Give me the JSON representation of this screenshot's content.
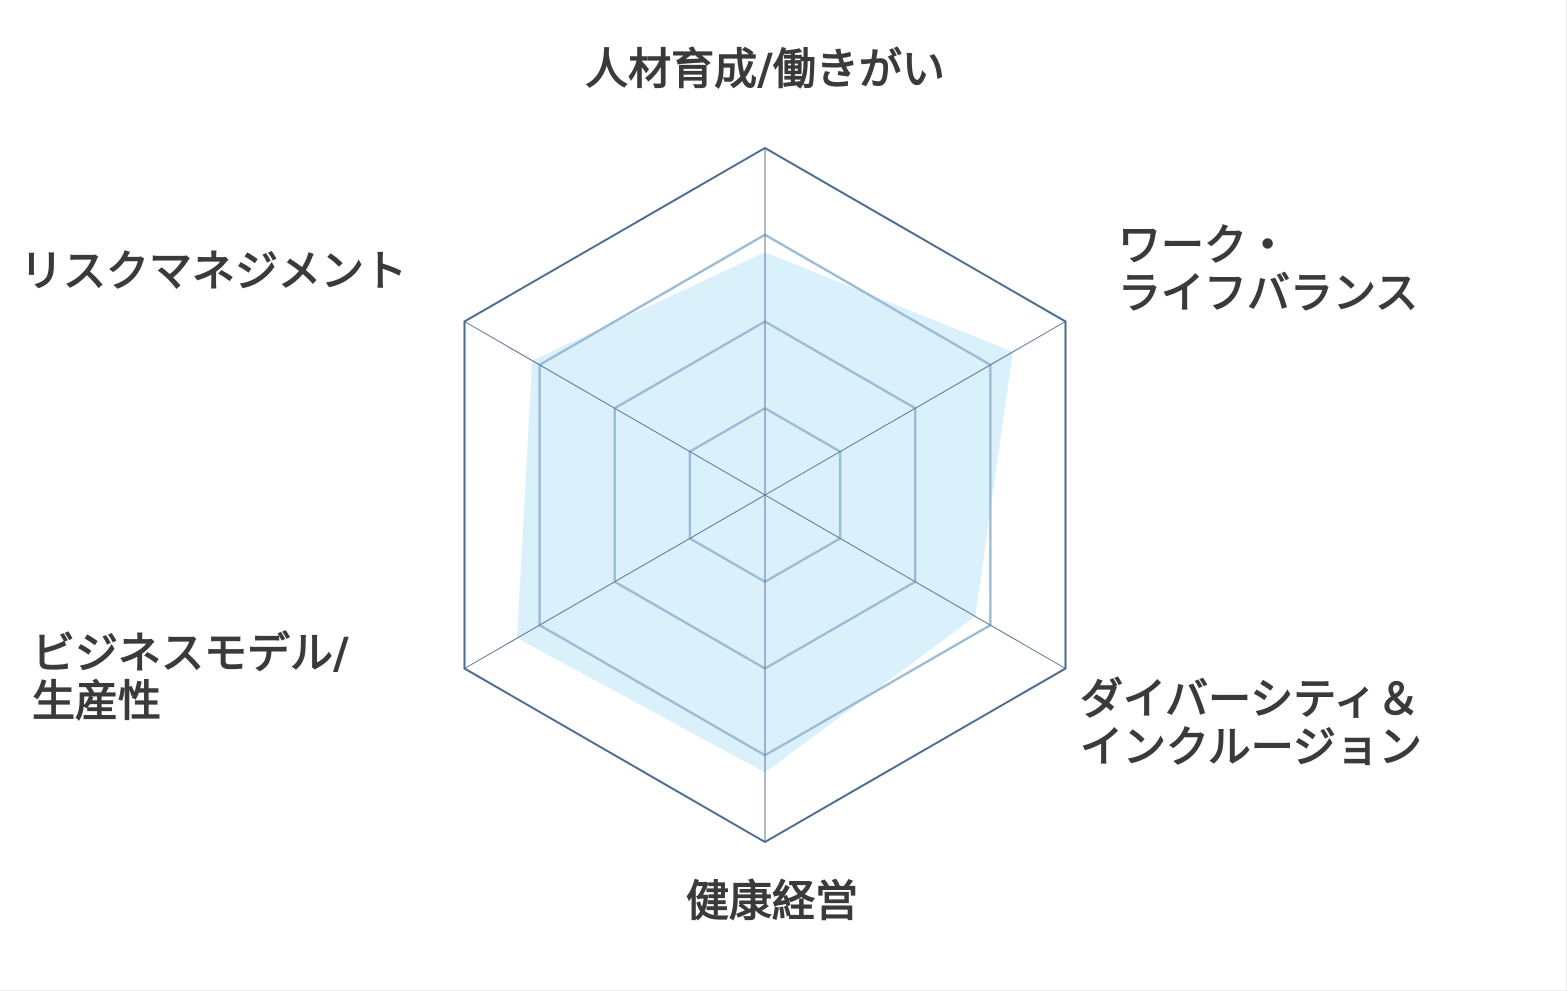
{
  "chart_data": {
    "type": "radar",
    "axes": [
      {
        "label_lines": [
          "人材育成/働きがい"
        ]
      },
      {
        "label_lines": [
          "ワーク・",
          "ライフバランス"
        ]
      },
      {
        "label_lines": [
          "ダイバーシティ＆",
          "インクルージョン"
        ]
      },
      {
        "label_lines": [
          "健康経営"
        ]
      },
      {
        "label_lines": [
          "ビジネスモデル/",
          "生産性"
        ]
      },
      {
        "label_lines": [
          "リスクマネジメント"
        ]
      }
    ],
    "rlim": [
      0,
      4
    ],
    "grid_levels": [
      1,
      2,
      3,
      4
    ],
    "series": [
      {
        "values": [
          2.8,
          3.3,
          2.8,
          3.2,
          3.3,
          3.1
        ],
        "fill_color": "#daf1fc"
      }
    ],
    "grid_color": "#9bbbd4",
    "outer_color": "#4a6b8f",
    "spoke_color": "#5a7596"
  }
}
